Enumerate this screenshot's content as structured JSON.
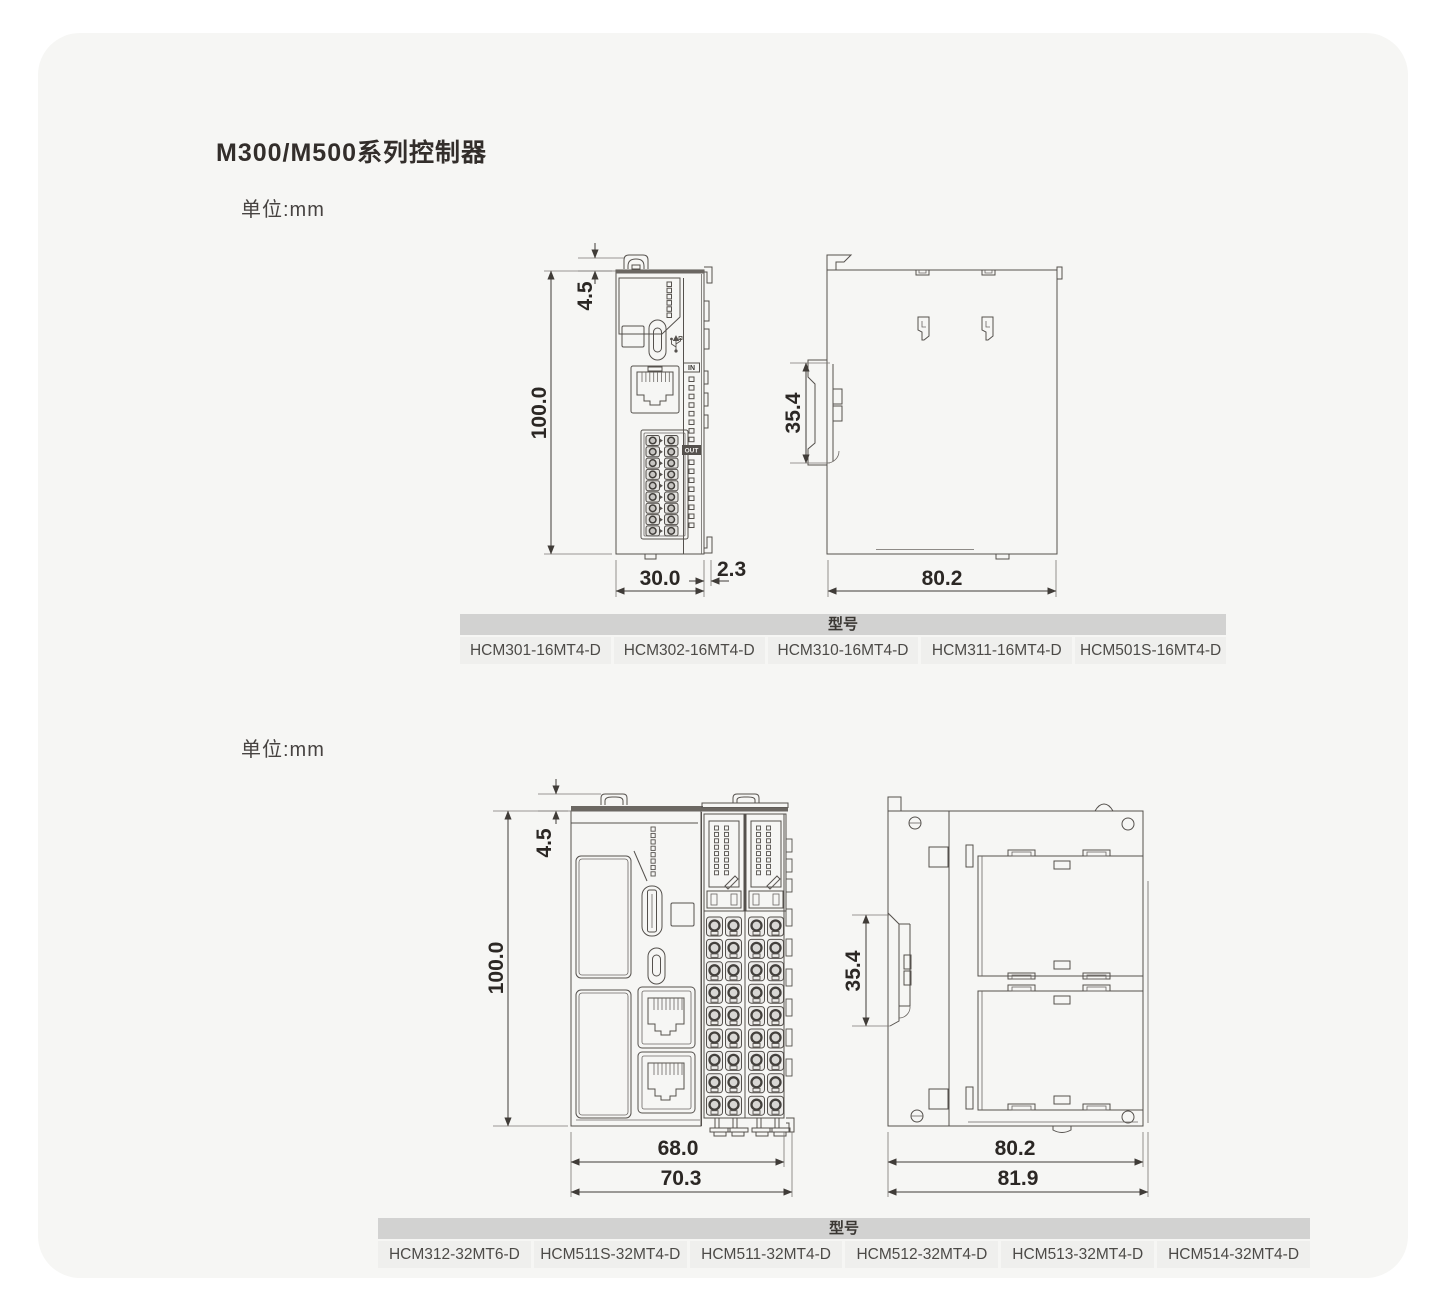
{
  "page": {
    "title": "M300/M500系列控制器"
  },
  "colors": {
    "card_bg": "#f6f6f4",
    "line": "#55514d",
    "dim_text": "#2b2724",
    "table_header_bg": "#d2d2d1",
    "table_cell_bg": "#efefed"
  },
  "section1": {
    "unit_label": "单位:mm",
    "front_view": {
      "dim_clip": "4.5",
      "dim_height": "100.0",
      "dim_width": "30.0",
      "dim_flange": "2.3",
      "label_in": "IN",
      "label_out": "OUT"
    },
    "side_view": {
      "dim_rail": "35.4",
      "dim_depth": "80.2"
    },
    "table": {
      "header": "型号",
      "models": [
        "HCM301-16MT4-D",
        "HCM302-16MT4-D",
        "HCM310-16MT4-D",
        "HCM311-16MT4-D",
        "HCM501S-16MT4-D"
      ]
    }
  },
  "section2": {
    "unit_label": "单位:mm",
    "front_view": {
      "dim_clip": "4.5",
      "dim_height": "100.0",
      "dim_width_body": "68.0",
      "dim_width_total": "70.3"
    },
    "side_view": {
      "dim_rail": "35.4",
      "dim_depth_body": "80.2",
      "dim_depth_total": "81.9"
    },
    "table": {
      "header": "型号",
      "models": [
        "HCM312-32MT6-D",
        "HCM511S-32MT4-D",
        "HCM511-32MT4-D",
        "HCM512-32MT4-D",
        "HCM513-32MT4-D",
        "HCM514-32MT4-D"
      ]
    }
  }
}
